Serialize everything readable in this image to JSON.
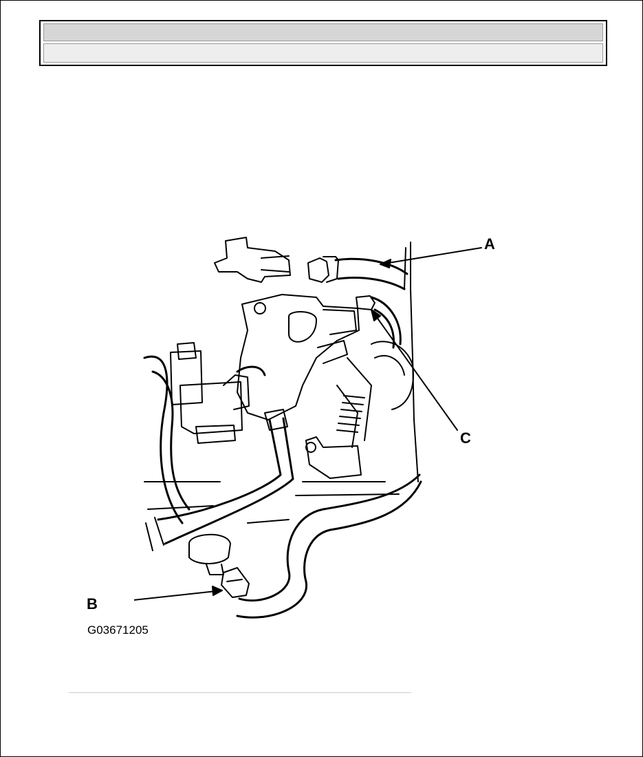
{
  "header": {
    "title": "",
    "subtitle": ""
  },
  "figure": {
    "callouts": {
      "a": "A",
      "b": "B",
      "c": "C"
    },
    "id": "G03671205"
  }
}
